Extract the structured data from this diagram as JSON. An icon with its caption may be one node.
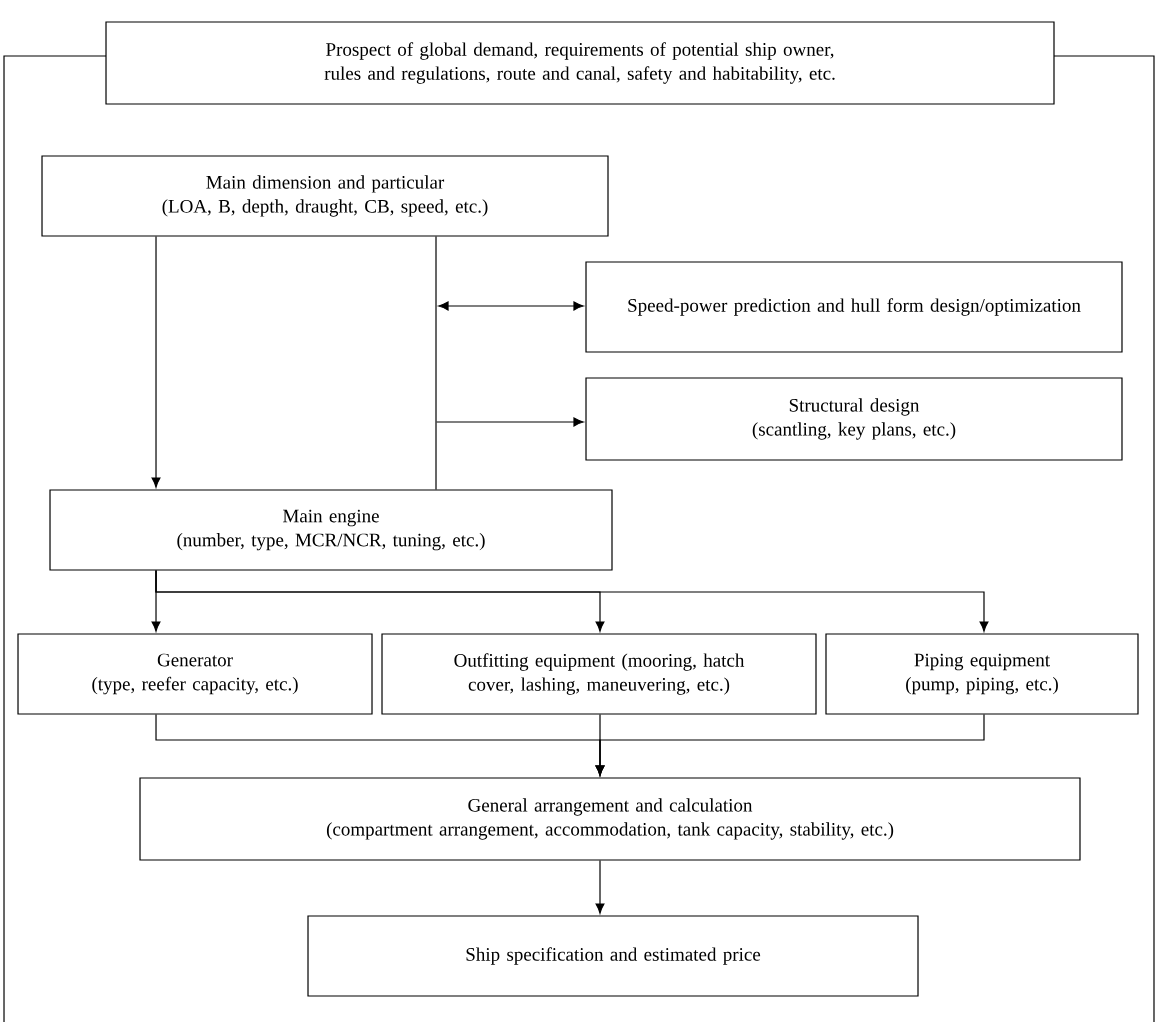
{
  "diagram": {
    "nodes": [
      {
        "text": [
          "Prospect of global demand, requirements of potential ship owner, rules and regulations, route and canal, safety and habitability, etc."
        ]
      },
      {
        "text": [
          "Main dimension and particular",
          "(LOA, B, depth, draught, CB, speed, etc.)"
        ]
      },
      {
        "text": [
          "Speed-power prediction and hull form design/optimization"
        ]
      },
      {
        "text": [
          "Structural design",
          "(scantling, key plans, etc.)"
        ]
      },
      {
        "text": [
          "Main engine",
          "(number, type, MCR/NCR, tuning, etc.)"
        ]
      },
      {
        "text": [
          "Generator",
          "(type, reefer capacity, etc.)"
        ]
      },
      {
        "text": [
          "Outfitting equipment (mooring, hatch cover, lashing, maneuvering, etc.)"
        ]
      },
      {
        "text": [
          "Piping equipment",
          "(pump, piping, etc.)"
        ]
      },
      {
        "text": [
          "General arrangement and calculation",
          "(compartment arrangement, accommodation, tank capacity, stability, etc.)"
        ]
      },
      {
        "text": [
          "Ship specification and estimated price"
        ]
      }
    ],
    "edges": [
      {
        "from": 1,
        "to": 4,
        "arrow": "to"
      },
      {
        "from": 1,
        "to": 4,
        "arrow": "none"
      },
      {
        "from": null,
        "to": 2,
        "arrow": "both"
      },
      {
        "from": null,
        "to": 3,
        "arrow": "to"
      },
      {
        "from": 4,
        "to": 5,
        "arrow": "to"
      },
      {
        "from": 4,
        "to": 6,
        "arrow": "to"
      },
      {
        "from": 4,
        "to": 7,
        "arrow": "to"
      },
      {
        "from": 5,
        "to": 8,
        "arrow": "to"
      },
      {
        "from": 6,
        "to": 8,
        "arrow": "to"
      },
      {
        "from": 7,
        "to": 8,
        "arrow": "to"
      },
      {
        "from": 8,
        "to": 9,
        "arrow": "to"
      }
    ]
  }
}
